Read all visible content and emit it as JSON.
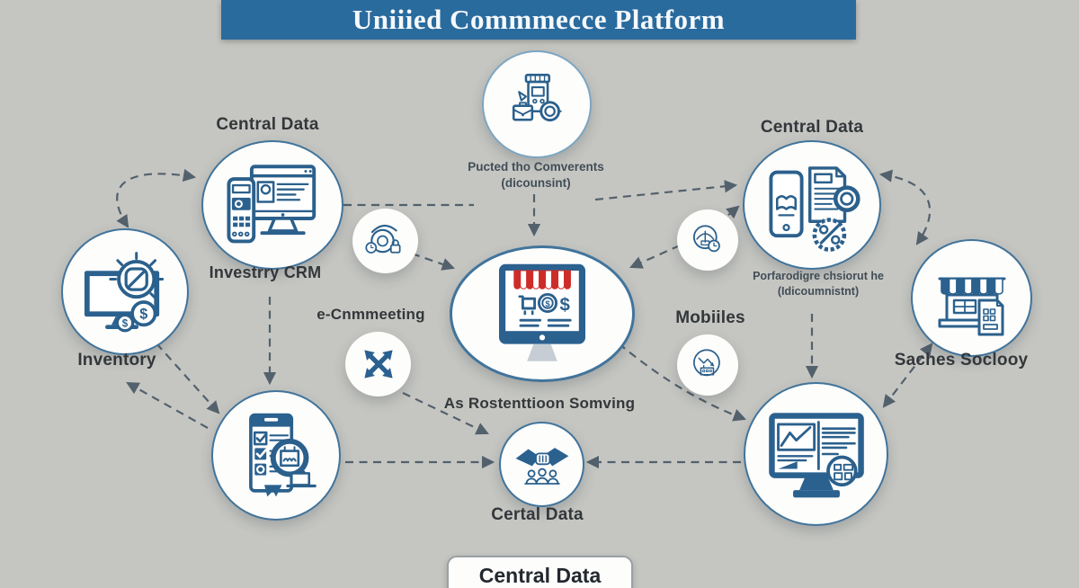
{
  "title": "Uniiied Commmecce Platform",
  "labels": {
    "central_data_left": "Central Data",
    "investry_crm": "Investrry CRM",
    "inventory": "Inventory",
    "ecommerce": "e-Cnmmeeting",
    "central_data_right": "Central Data",
    "mobiles": "Mobiiles",
    "sales_social": "Saches Soclooy",
    "retention": "As Rostenttioon Somving",
    "certal_data": "Certal Data",
    "central_data_box": "Central Data"
  },
  "notes": {
    "center_line1": "Pucted tho Comverents",
    "center_line2": "(dicounsint)",
    "right_line1": "Porfarodigre chsiorut he",
    "right_line2": "(Idicoumnistnt)"
  },
  "icons": {
    "top_center": "supplier-package-icon",
    "top_left": "pos-terminal-monitor-icon",
    "inventory": "monitor-coins-icon",
    "security": "dial-lock-clock-icon",
    "expand": "expand-arrows-icon",
    "center": "storefront-monitor-icon",
    "globe_clock": "dashboard-clock-icon",
    "trend": "trend-store-icon",
    "right_top": "phone-document-percent-icon",
    "store": "storefront-document-icon",
    "checklist": "checklist-calendar-icon",
    "handshake": "handshake-people-icon",
    "analytics": "analytics-monitor-icon"
  },
  "colors": {
    "background": "#c5c6c2",
    "banner": "#2a6b9e",
    "banner_text": "#f6f9fb",
    "node_bg": "#fdfdfc",
    "node_border": "#41749b",
    "icon_stroke": "#2b608c",
    "icon_fill": "#2b618f",
    "label_text": "#33373a",
    "note_text": "#414d57",
    "arrow": "#53616c",
    "awning_red": "#ce2c28",
    "stand_gray": "#c6cdd4",
    "box_border": "#9aa0a4",
    "box_text": "#23282e"
  }
}
